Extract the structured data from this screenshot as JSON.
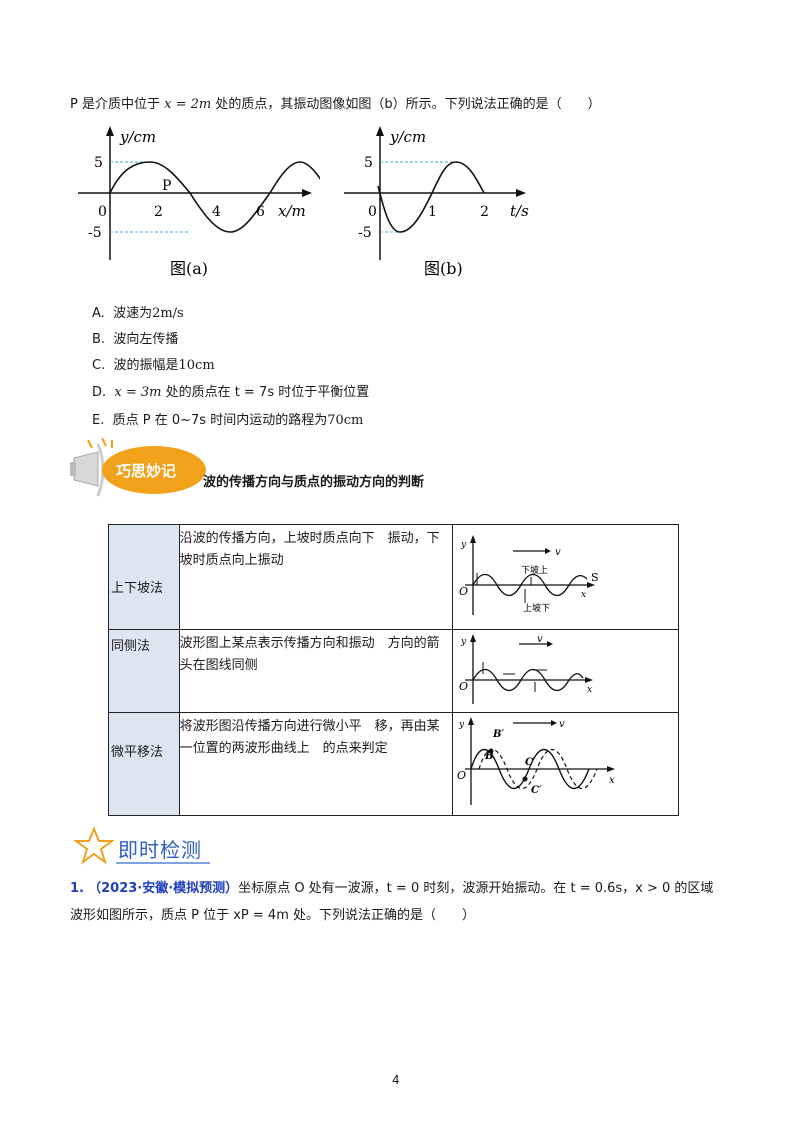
{
  "question": {
    "intro_prefix": "P 是介质中位于",
    "intro_math": "x = 2m",
    "intro_suffix": "处的质点，其振动图像如图（b）所示。下列说法正确的是（　　）"
  },
  "figure_a": {
    "y_label": "y/cm",
    "x_label": "x/m",
    "y_tick_pos": "5",
    "y_tick_neg": "-5",
    "origin": "0",
    "x_ticks": [
      "2",
      "4",
      "6"
    ],
    "point_label": "P",
    "caption": "图(a)"
  },
  "figure_b": {
    "y_label": "y/cm",
    "x_label": "t/s",
    "y_tick_pos": "5",
    "y_tick_neg": "-5",
    "origin": "0",
    "x_ticks": [
      "1",
      "2"
    ],
    "caption": "图(b)"
  },
  "options": [
    {
      "label": "A.",
      "text": "波速为",
      "math": "2m/s",
      "tail": ""
    },
    {
      "label": "B.",
      "text": "波向左传播",
      "math": "",
      "tail": ""
    },
    {
      "label": "C.",
      "text": "波的振幅是",
      "math": "10cm",
      "tail": ""
    },
    {
      "label": "D.",
      "text": "",
      "math": "x = 3m",
      "tail": "处的质点在 t = 7s 时位于平衡位置"
    },
    {
      "label": "E.",
      "text": "质点 P 在 0~7s 时间内运动的路程为",
      "math": "70cm",
      "tail": ""
    }
  ],
  "tips_banner": {
    "badge": "巧思妙记",
    "title": "波的传播方向与质点的振动方向的判断"
  },
  "methods": [
    {
      "name": "上下坡法",
      "description": "沿波的传播方向，上坡时质点向下　振动，下坡时质点向上振动",
      "labels": {
        "axis_y": "y",
        "axis_x": "x",
        "origin": "O",
        "velocity": "v",
        "up_label": "下坡上",
        "down_label": "上坡下",
        "s_label": "S"
      }
    },
    {
      "name": "同侧法",
      "description": "波形图上某点表示传播方向和振动　方向的箭头在图线同侧",
      "labels": {
        "axis_y": "y",
        "axis_x": "x",
        "origin": "O",
        "velocity": "v"
      }
    },
    {
      "name": "微平移法",
      "description": "将波形图沿传播方向进行微小平　移，再由某一位置的两波形曲线上　的点来判定",
      "labels": {
        "axis_y": "y",
        "axis_x": "x",
        "origin": "O",
        "velocity": "v",
        "b_prime": "B′",
        "b": "B",
        "c": "C",
        "c_prime": "C′"
      }
    }
  ],
  "section": {
    "title": "即时检测"
  },
  "problem1": {
    "number": "1.",
    "source": "（2023·安徽·模拟预测）",
    "line1": "坐标原点 O 处有一波源，t = 0 时刻，波源开始振动。在 t = 0.6s，x > 0 的区域",
    "line2": "波形如图所示，质点 P 位于 xP = 4m 处。下列说法正确的是（　　）"
  },
  "page_number": "4",
  "colors": {
    "accent_blue": "#2e5fbf",
    "source_blue": "#1f3fbf",
    "badge_orange": "#f2a21a",
    "table_name_bg": "#dce6f1",
    "dash_cyan": "#3ab0d8",
    "star_orange": "#f0a020"
  }
}
